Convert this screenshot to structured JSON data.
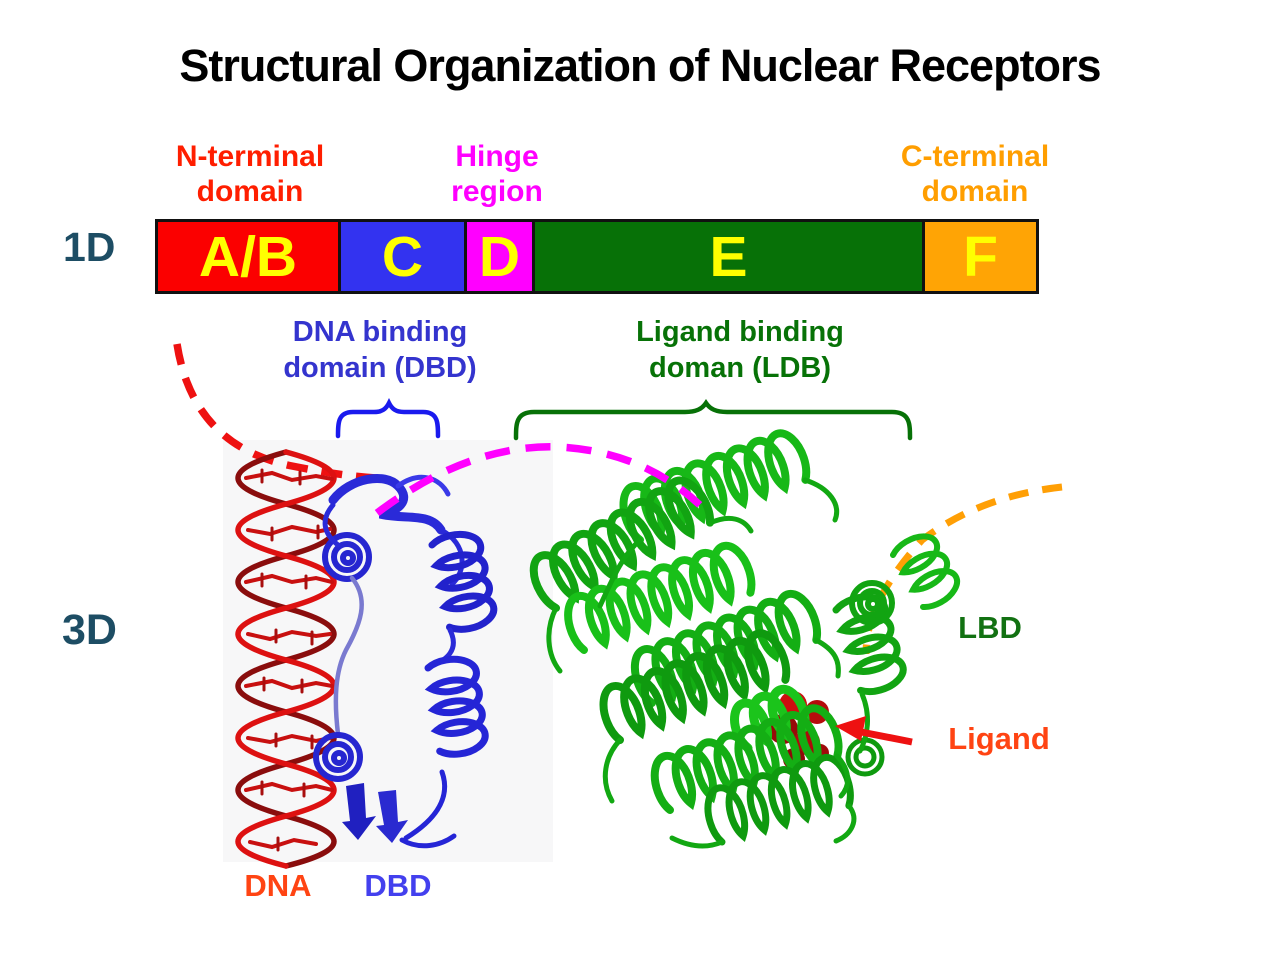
{
  "title": "Structural Organization of Nuclear Receptors",
  "row_labels": {
    "oned": "1D",
    "threed": "3D"
  },
  "domain_labels": {
    "n_terminal": {
      "line1": "N-terminal",
      "line2": "domain",
      "color": "#ff1e00"
    },
    "hinge": {
      "line1": "Hinge",
      "line2": "region",
      "color": "#ff00ff"
    },
    "c_terminal": {
      "line1": "C-terminal",
      "line2": "domain",
      "color": "#ff9e00"
    }
  },
  "bar": {
    "letter_color": "#ffff00",
    "border_color": "#111111",
    "segments": [
      {
        "label": "A/B",
        "color": "#fb0000"
      },
      {
        "label": "C",
        "color": "#3333f0"
      },
      {
        "label": "D",
        "color": "#ff00ff"
      },
      {
        "label": "E",
        "color": "#077107"
      },
      {
        "label": "F",
        "color": "#ffa405"
      }
    ]
  },
  "captions": {
    "dbd": {
      "line1": "DNA binding",
      "line2": "domain (DBD)",
      "color": "#3434ce"
    },
    "lbd": {
      "line1": "Ligand binding",
      "line2": "doman (LDB)",
      "color": "#077207"
    }
  },
  "structure_labels": {
    "dna": {
      "text": "DNA",
      "color": "#ff4413"
    },
    "dbd": {
      "text": "DBD",
      "color": "#4340ee"
    },
    "lbd": {
      "text": "LBD",
      "color": "#127112"
    },
    "ligand": {
      "text": "Ligand",
      "color": "#ff4413"
    }
  },
  "connectors": {
    "red_dashed": "#ee1111",
    "magenta_dashed": "#ff00ff",
    "orange_dashed": "#ffa405",
    "ligand_arrow": "#ee1111",
    "dbd_brace": "#1a1aee",
    "lbd_brace": "#077107"
  }
}
